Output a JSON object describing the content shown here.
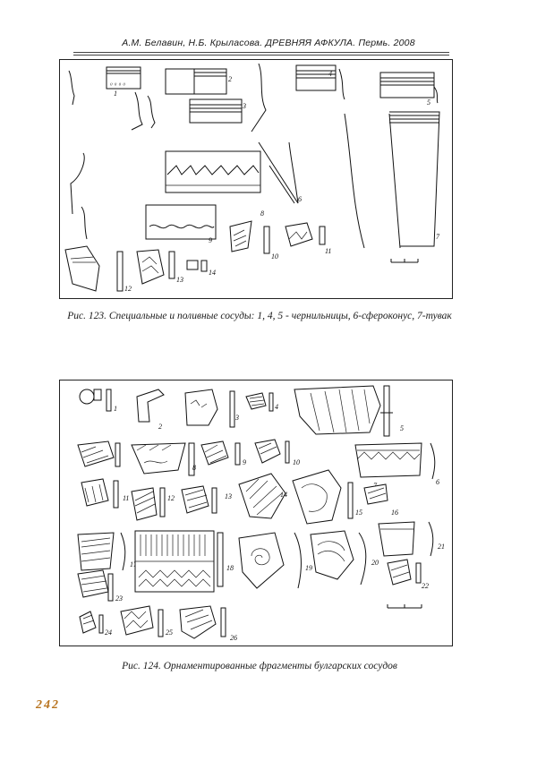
{
  "header": {
    "running_title": "А.М. Белавин, Н.Б. Крыласова. ДРЕВНЯЯ АФКУЛА. Пермь. 2008"
  },
  "figure_123": {
    "caption": "Рис. 123. Специальные и поливные сосуды: 1, 4, 5 - чернильницы, 6-сфероконус, 7-тувак",
    "labels": [
      "1",
      "2",
      "3",
      "4",
      "5",
      "6",
      "7",
      "8",
      "9",
      "10",
      "11",
      "12",
      "13",
      "14"
    ]
  },
  "figure_124": {
    "caption": "Рис. 124. Орнаментированные фрагменты булгарских сосудов",
    "labels": [
      "1",
      "2",
      "3",
      "4",
      "5",
      "6",
      "7",
      "8",
      "9",
      "10",
      "11",
      "12",
      "13",
      "14",
      "15",
      "16",
      "17",
      "18",
      "19",
      "20",
      "21",
      "22",
      "23",
      "24",
      "25",
      "26"
    ]
  },
  "page": {
    "number": "242"
  }
}
